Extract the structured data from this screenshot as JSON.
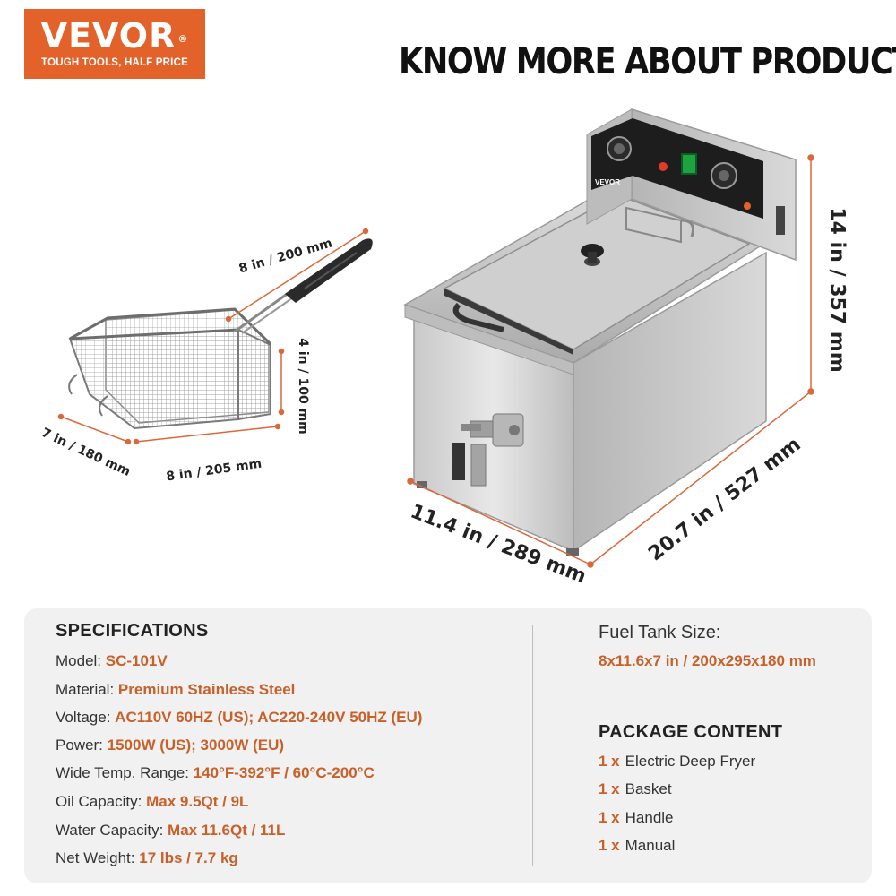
{
  "logo": {
    "brand": "VEVOR",
    "mark": "®",
    "tagline": "TOUGH TOOLS, HALF PRICE"
  },
  "headline": "KNOW MORE ABOUT PRODUCT",
  "basket_dimensions": {
    "handle": "8 in / 200 mm",
    "height": "4 in / 100 mm",
    "depth": "7 in / 180 mm",
    "width": "8 in / 205 mm"
  },
  "fryer_dimensions": {
    "height": "14 in / 357 mm",
    "width": "11.4 in / 289 mm",
    "depth": "20.7 in / 527 mm"
  },
  "panel_labels": {
    "control_brand": "VEVOR"
  },
  "specifications": {
    "title": "SPECIFICATIONS",
    "rows": [
      {
        "label": "Model: ",
        "value": "SC-101V"
      },
      {
        "label": "Material: ",
        "value": "Premium Stainless Steel"
      },
      {
        "label": "Voltage: ",
        "value": "AC110V 60HZ (US); AC220-240V 50HZ (EU)"
      },
      {
        "label": "Power: ",
        "value": "1500W (US); 3000W (EU)"
      },
      {
        "label": "Wide Temp. Range: ",
        "value": "140°F-392°F / 60°C-200°C"
      },
      {
        "label": "Oil Capacity: ",
        "value": "Max 9.5Qt / 9L"
      },
      {
        "label": "Water Capacity: ",
        "value": "Max 11.6Qt / 11L"
      },
      {
        "label": "Net Weight: ",
        "value": "17 lbs / 7.7 kg"
      }
    ]
  },
  "fuel_tank": {
    "label": "Fuel Tank Size:",
    "value": "8x11.6x7 in / 200x295x180 mm"
  },
  "package": {
    "title": "PACKAGE CONTENT",
    "items": [
      {
        "qty": "1 x",
        "item": "Electric Deep Fryer"
      },
      {
        "qty": "1 x",
        "item": "Basket"
      },
      {
        "qty": "1 x",
        "item": "Handle"
      },
      {
        "qty": "1 x",
        "item": "Manual"
      }
    ]
  },
  "colors": {
    "brand_orange": "#e2622a",
    "value_orange": "#c8602a",
    "dimension_line": "#d9683a",
    "panel_bg": "#f1f1f1"
  }
}
